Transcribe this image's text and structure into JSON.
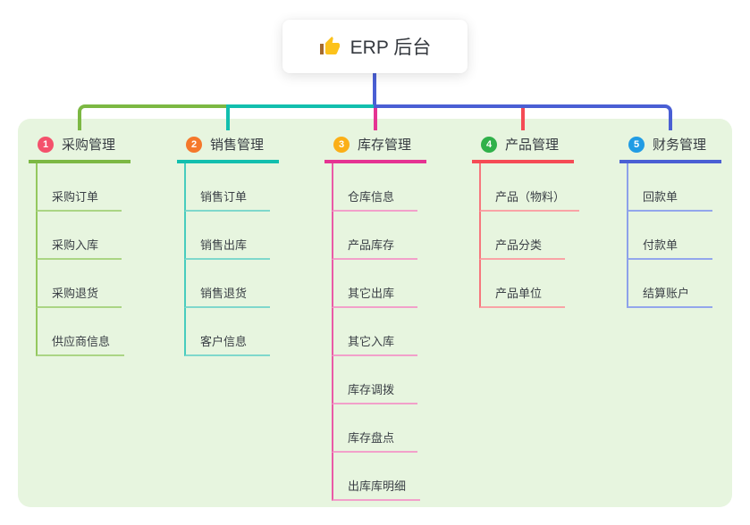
{
  "root": {
    "label": "ERP 后台",
    "icon": "thumbs-up"
  },
  "colors": {
    "panel_bg": "#e7f5df",
    "trunk": "#4a5fd4",
    "text": "#383d43",
    "emoji_hand": "#fcc21b",
    "emoji_cuff": "#a46a2f"
  },
  "branches": [
    {
      "index": "1",
      "label": "采购管理",
      "badge_color": "#f4516c",
      "line_color": "#7cb843",
      "line_mid": "#94c85e",
      "line_light": "#abd584",
      "children": [
        "采购订单",
        "采购入库",
        "采购退货",
        "供应商信息"
      ]
    },
    {
      "index": "2",
      "label": "销售管理",
      "badge_color": "#f5782b",
      "line_color": "#12bfae",
      "line_mid": "#47ccbe",
      "line_light": "#7fd8cc",
      "children": [
        "销售订单",
        "销售出库",
        "销售退货",
        "客户信息"
      ]
    },
    {
      "index": "3",
      "label": "库存管理",
      "badge_color": "#fbaf17",
      "line_color": "#e53392",
      "line_mid": "#ea5aa6",
      "line_light": "#f2a0ca",
      "children": [
        "仓库信息",
        "产品库存",
        "其它出库",
        "其它入库",
        "库存调拨",
        "库存盘点",
        "出库库明细"
      ]
    },
    {
      "index": "4",
      "label": "产品管理",
      "badge_color": "#30b14a",
      "line_color": "#f54b55",
      "line_mid": "#f7777d",
      "line_light": "#f9a3a6",
      "children": [
        "产品（物料）",
        "产品分类",
        "产品单位"
      ]
    },
    {
      "index": "5",
      "label": "财务管理",
      "badge_color": "#219ce4",
      "line_color": "#4a5fd4",
      "line_mid": "#8da1ea",
      "line_light": "#93a6ec",
      "children": [
        "回款单",
        "付款单",
        "结算账户"
      ]
    }
  ]
}
